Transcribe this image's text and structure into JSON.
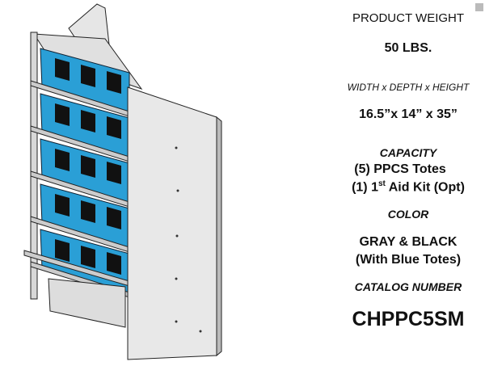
{
  "specs": {
    "weight_label": "PRODUCT WEIGHT",
    "weight_value": "50 LBS.",
    "dims_label": "WIDTH x DEPTH x HEIGHT",
    "dims_value": "16.5”x 14” x 35”",
    "capacity_label": "CAPACITY",
    "capacity_line1": "(5) PPCS Totes",
    "capacity_line2_pre": "(1) 1",
    "capacity_line2_sup": "st",
    "capacity_line2_post": " Aid Kit (Opt)",
    "color_label": "COLOR",
    "color_line1": "GRAY & BLACK",
    "color_line2": "(With Blue Totes)",
    "catalog_label": "CATALOG NUMBER",
    "catalog_value": "CHPPC5SM"
  },
  "colors": {
    "tote": "#2a9fd6",
    "panel": "#e4e4e4",
    "rail": "#555555"
  }
}
